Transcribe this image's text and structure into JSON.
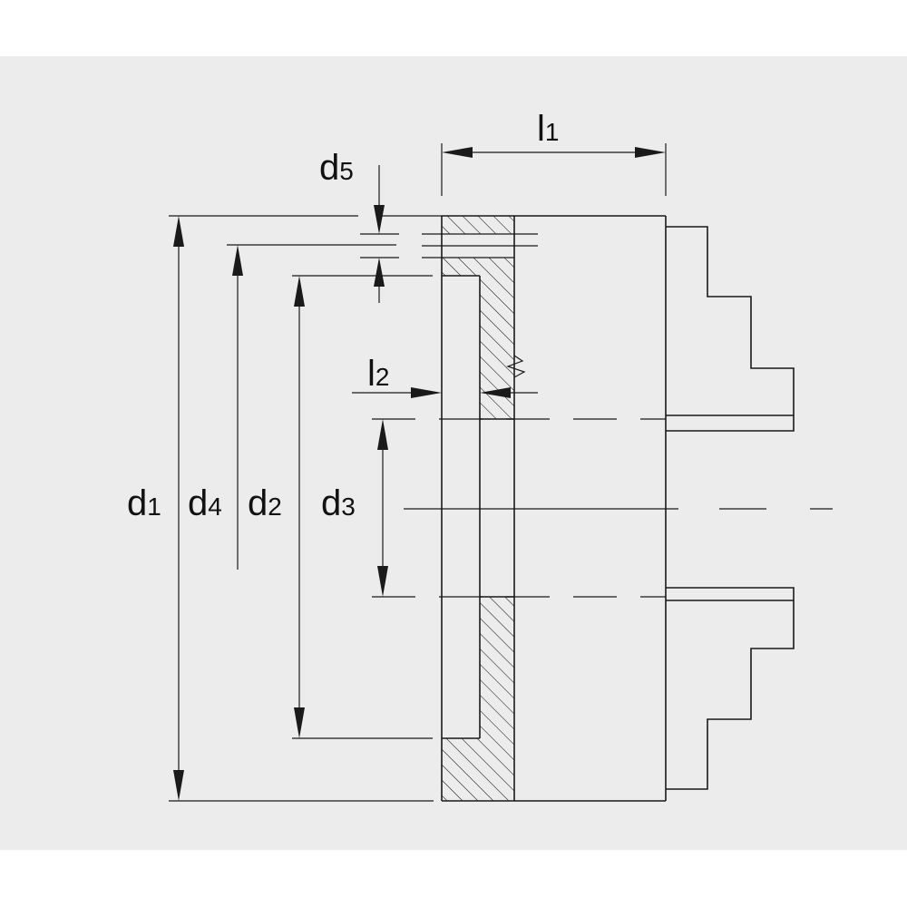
{
  "labels": {
    "l1": {
      "main": "l",
      "sub": "1"
    },
    "l2": {
      "main": "l",
      "sub": "2"
    },
    "d1": {
      "main": "d",
      "sub": "1"
    },
    "d2": {
      "main": "d",
      "sub": "2"
    },
    "d3": {
      "main": "d",
      "sub": "3"
    },
    "d4": {
      "main": "d",
      "sub": "4"
    },
    "d5": {
      "main": "d",
      "sub": "5"
    }
  },
  "colors": {
    "background": "#ececec",
    "page": "#ffffff",
    "line": "#1a1a1a"
  }
}
